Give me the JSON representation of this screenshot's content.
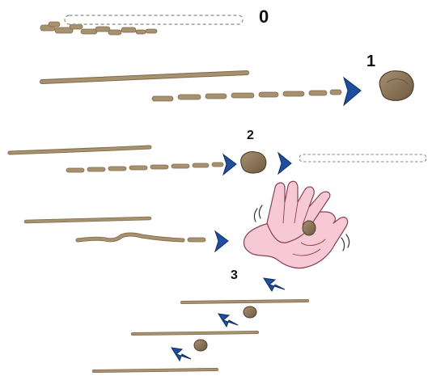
{
  "steps": [
    {
      "label": "0"
    },
    {
      "label": "1"
    },
    {
      "label": "2"
    },
    {
      "label": "3"
    }
  ],
  "colors": {
    "stick": "#a8916e",
    "stick_dark": "#7f6a4c",
    "arrow": "#1f4e9c",
    "arrow_dark": "#0f2f66",
    "clay": "#8a7558",
    "clay_dark": "#5e4c36",
    "hand": "#f7c9d4",
    "hand_line": "#8a3f58",
    "outline": "#8a8a8a"
  },
  "icons": [
    "clay-ball-icon",
    "arrow-icon",
    "hands-rolling-icon"
  ]
}
